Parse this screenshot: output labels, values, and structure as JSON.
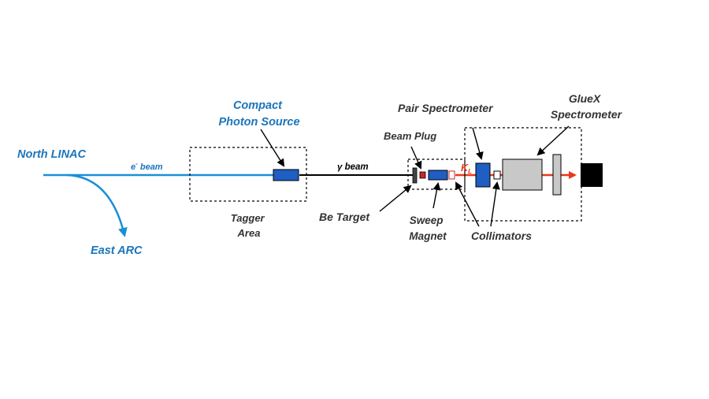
{
  "labels": {
    "north_linac": "North LINAC",
    "east_arc": "East ARC",
    "e_beam_prefix": "e",
    "e_beam_sup": "-",
    "e_beam_suffix": " beam",
    "compact_photon_source_line1": "Compact",
    "compact_photon_source_line2": "Photon Source",
    "tagger_area_line1": "Tagger",
    "tagger_area_line2": "Area",
    "gamma_beam": "γ beam",
    "beam_plug": "Beam Plug",
    "be_target": "Be Target",
    "sweep_magnet_line1": "Sweep",
    "sweep_magnet_line2": "Magnet",
    "pair_spectrometer": "Pair Spectrometer",
    "gluex_line1": "GlueX",
    "gluex_line2": "Spectrometer",
    "collimators": "Collimators",
    "kl_main": "K",
    "kl_sub": "L"
  },
  "colors": {
    "beam_blue": "#1a8fd6",
    "label_blue": "#1b75bb",
    "label_dark": "#333333",
    "component_blue": "#1f5ec2",
    "kl_red": "#e8391a",
    "plug_red": "#c9252b",
    "detector_gray": "#c8c8c8",
    "dump_black": "#000000"
  }
}
